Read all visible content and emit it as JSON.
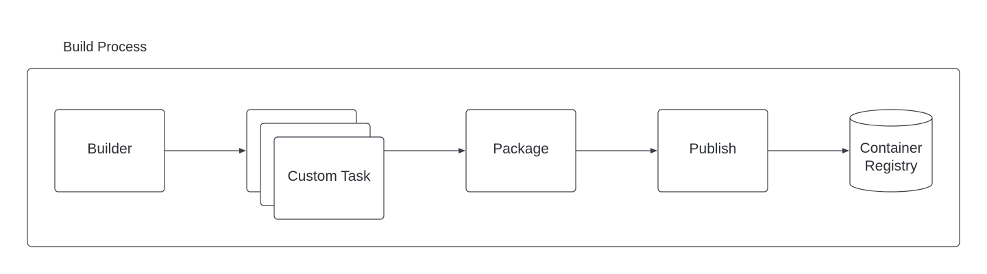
{
  "group": {
    "title": "Build Process"
  },
  "nodes": {
    "builder": "Builder",
    "custom_task": "Custom Task",
    "package": "Package",
    "publish": "Publish",
    "container_registry": {
      "line1": "Container",
      "line2": "Registry"
    }
  },
  "colors": {
    "stroke": "#3a3f47",
    "fill": "#ffffff",
    "text": "#2b2e33"
  }
}
